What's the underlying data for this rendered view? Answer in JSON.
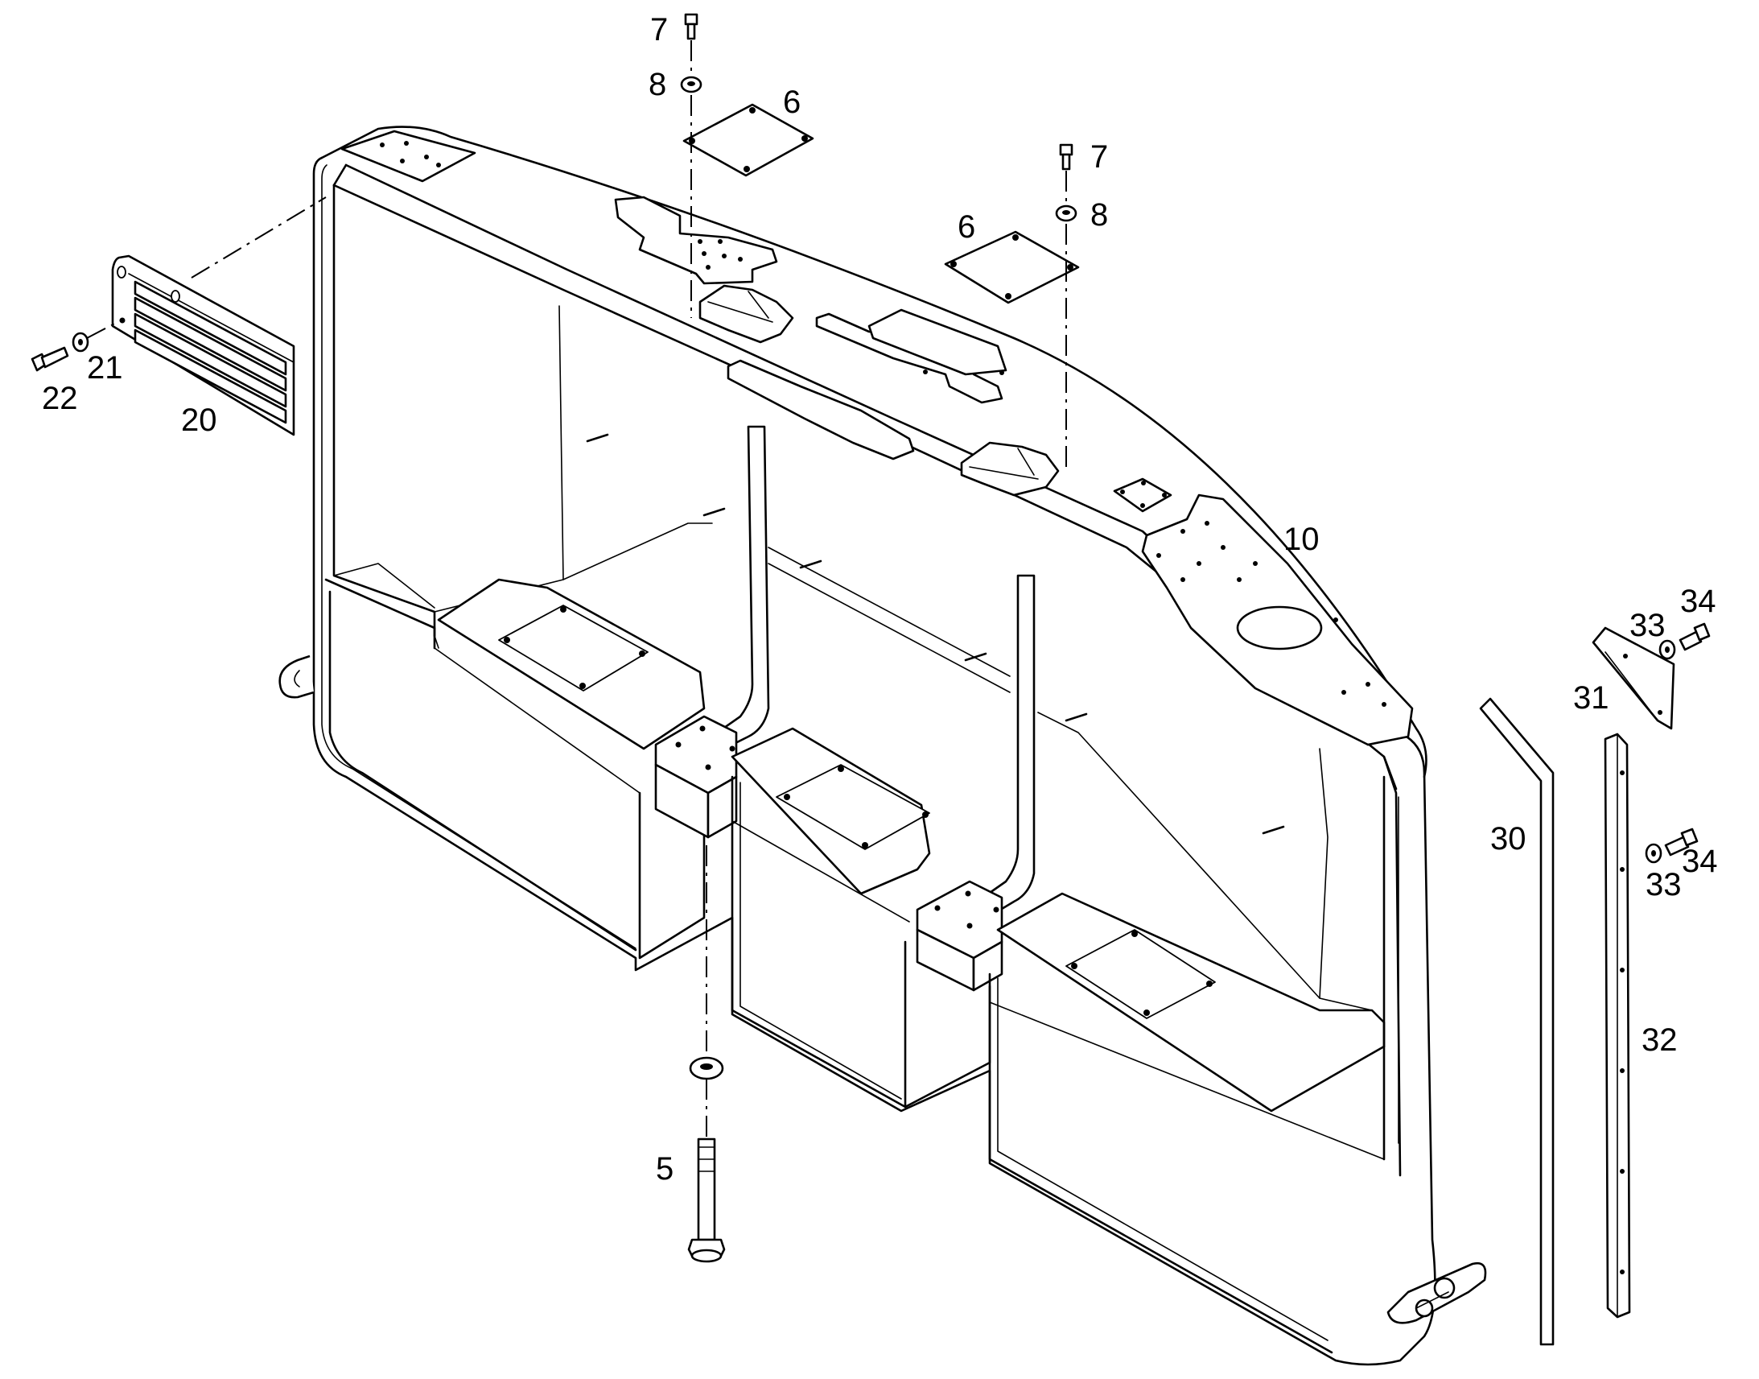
{
  "callouts": {
    "c5": "5",
    "c6": "6",
    "c7": "7",
    "c8": "8",
    "c10": "10",
    "c20": "20",
    "c21": "21",
    "c22": "22",
    "c30": "30",
    "c31": "31",
    "c32": "32",
    "c33": "33",
    "c34": "34"
  }
}
